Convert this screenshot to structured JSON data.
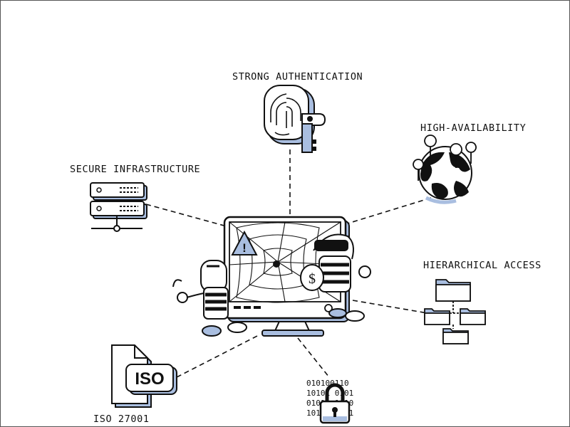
{
  "labels": {
    "auth": "STRONG AUTHENTICATION",
    "ha": "HIGH-AVAILABILITY",
    "secure": "SECURE INFRASTRUCTURE",
    "hier": "HIERARCHICAL ACCESS",
    "iso": "ISO 27001"
  },
  "iso_badge": "ISO",
  "binary_rows": [
    "010100110",
    "10101 0101",
    "01010 1010",
    "1011 10101"
  ],
  "accent": "#a9bee0",
  "ink": "#111111"
}
